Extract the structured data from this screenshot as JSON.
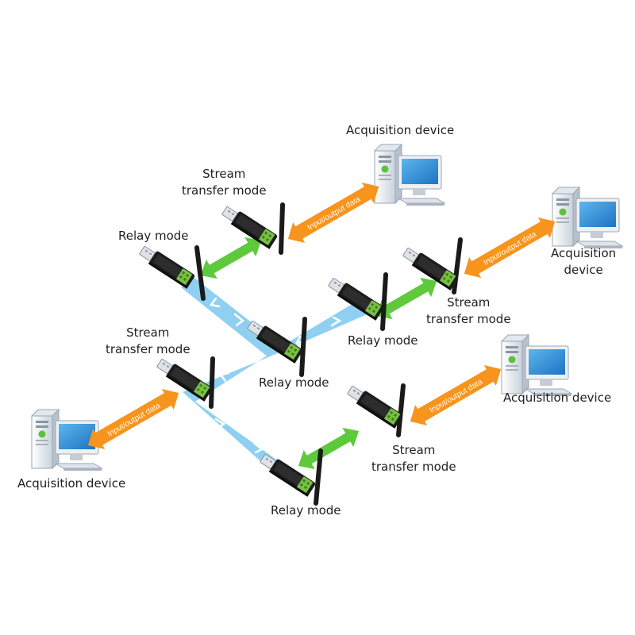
{
  "labels": {
    "acq_top": "Acquisition device",
    "acq_right": [
      "Acquisition",
      "device"
    ],
    "acq_mid_right": "Acquisition device",
    "acq_left": "Acquisition device",
    "stream_top": [
      "Stream",
      "transfer mode"
    ],
    "stream_right": [
      "Stream",
      "transfer mode"
    ],
    "stream_left": [
      "Stream",
      "transfer mode"
    ],
    "stream_bottom": [
      "Stream",
      "transfer mode"
    ],
    "relay_top": "Relay mode",
    "relay_right": "Relay mode",
    "relay_center": "Relay mode",
    "relay_bottom": "Relay mode"
  },
  "arrow_text": "Input/output data",
  "colors": {
    "wireless_band": "#8fd0f2",
    "stream_arrow": "#5ec93b",
    "io_arrow": "#f7941d",
    "module_body": "#1c1c1c",
    "module_pcb": "#79c143",
    "antenna": "#1a1a1a",
    "monitor_screen": "#2a8bd6"
  },
  "icons": [
    "computer-icon",
    "usb-module-icon",
    "antenna-icon"
  ]
}
